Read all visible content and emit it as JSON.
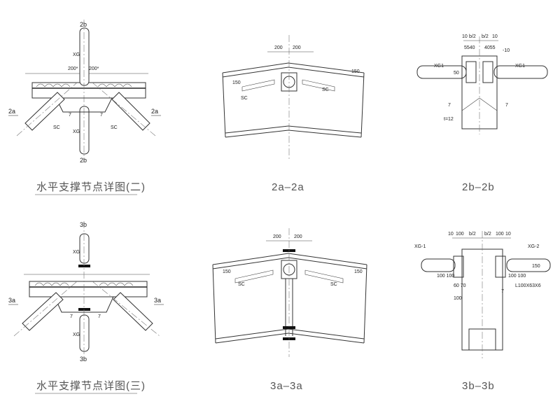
{
  "drawing": {
    "panels": {
      "p1": {
        "title": "水平支撑节点详图(二)",
        "marks": {
          "top": "2b",
          "bottom": "2b",
          "left": "2a",
          "right": "2a"
        },
        "labels": {
          "member_top": "XG",
          "member_bottom": "XG",
          "dim_left": "200*",
          "dim_right": "200*",
          "sc_left": "SC",
          "sc_right": "SC",
          "weld_left": "7",
          "weld_right": "7"
        }
      },
      "p2": {
        "title": "2a–2a",
        "labels": {
          "dim_left": "200",
          "dim_right": "200",
          "gap_left": "150",
          "gap_right": "150",
          "sc_left": "SC",
          "sc_right": "SC"
        }
      },
      "p3": {
        "title": "2b–2b",
        "labels": {
          "dim_top_1": "10",
          "dim_top_2": "b/2",
          "dim_top_3": "b/2",
          "dim_top_4": "10",
          "dim_sub_left": "5540",
          "dim_sub_right": "4055",
          "plate": "-10",
          "xg_left": "XG1",
          "xg_right": "XG1",
          "side": "50",
          "weld_left": "7",
          "weld_right": "7",
          "thickness": "t=12"
        }
      },
      "p4": {
        "title": "水平支撑节点详图(三)",
        "marks": {
          "top": "3b",
          "bottom": "3b",
          "left": "3a",
          "right": "3a"
        },
        "labels": {
          "member_top": "XG",
          "member_bottom": "XG",
          "weld_left": "7",
          "weld_right": "7"
        }
      },
      "p5": {
        "title": "3a–3a",
        "labels": {
          "dim_left": "200",
          "dim_right": "200",
          "gap_left": "150",
          "gap_right": "150",
          "sc_left": "SC",
          "sc_right": "SC"
        }
      },
      "p6": {
        "title": "3b–3b",
        "labels": {
          "dim_top_1": "10",
          "dim_top_2": "100",
          "dim_top_3": "b/2",
          "dim_top_4": "b/2",
          "dim_top_5": "100",
          "dim_top_6": "10",
          "xg_left": "XG-1",
          "xg_right": "XG-2",
          "vert_left": "100 100",
          "vert_right": "100 100",
          "side": "150",
          "dim_bottom": "100",
          "dim_mid": "60 70",
          "angle": "L100X63X6",
          "weld": "7"
        }
      }
    }
  }
}
